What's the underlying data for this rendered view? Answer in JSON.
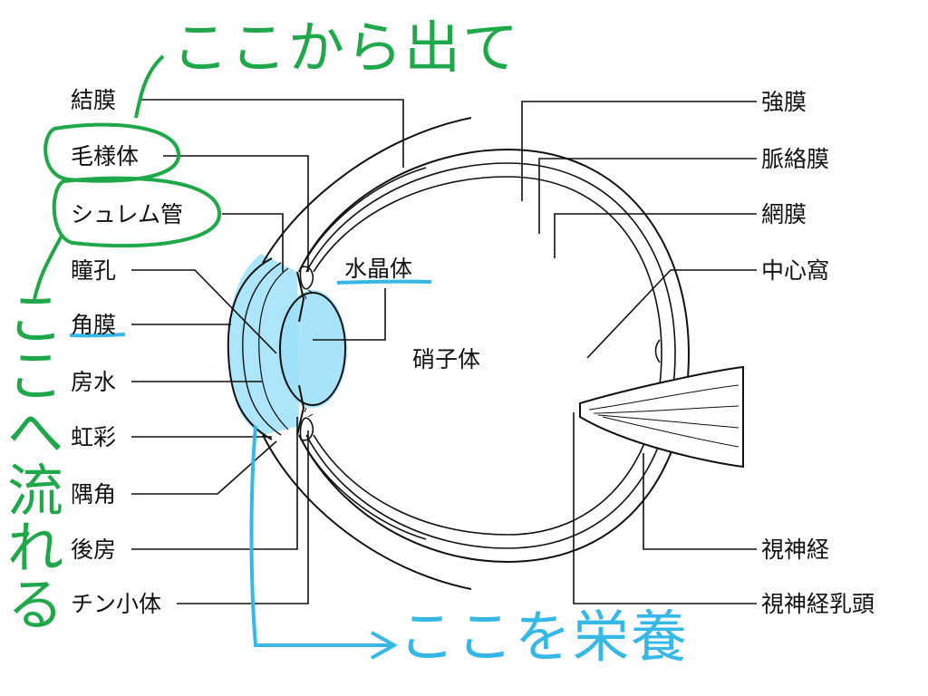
{
  "left_labels": [
    "結膜",
    "毛様体",
    "シュレム管",
    "瞳孔",
    "角膜",
    "房水",
    "虹彩",
    "隅角",
    "後房",
    "チン小体"
  ],
  "right_labels": [
    "強膜",
    "脈絡膜",
    "網膜",
    "中心窩",
    "視神経",
    "視神経乳頭"
  ],
  "center_labels": {
    "lens": "水晶体",
    "vitreous": "硝子体"
  },
  "annotations": {
    "top_note": "ここから出て",
    "side_note": "ここへ流れる",
    "bottom_note": "ここを栄養"
  },
  "colors": {
    "green_ink": "#1fa84a",
    "blue_ink": "#35b8e6",
    "blue_fill": "#9fe0fa",
    "line": "#111111"
  }
}
